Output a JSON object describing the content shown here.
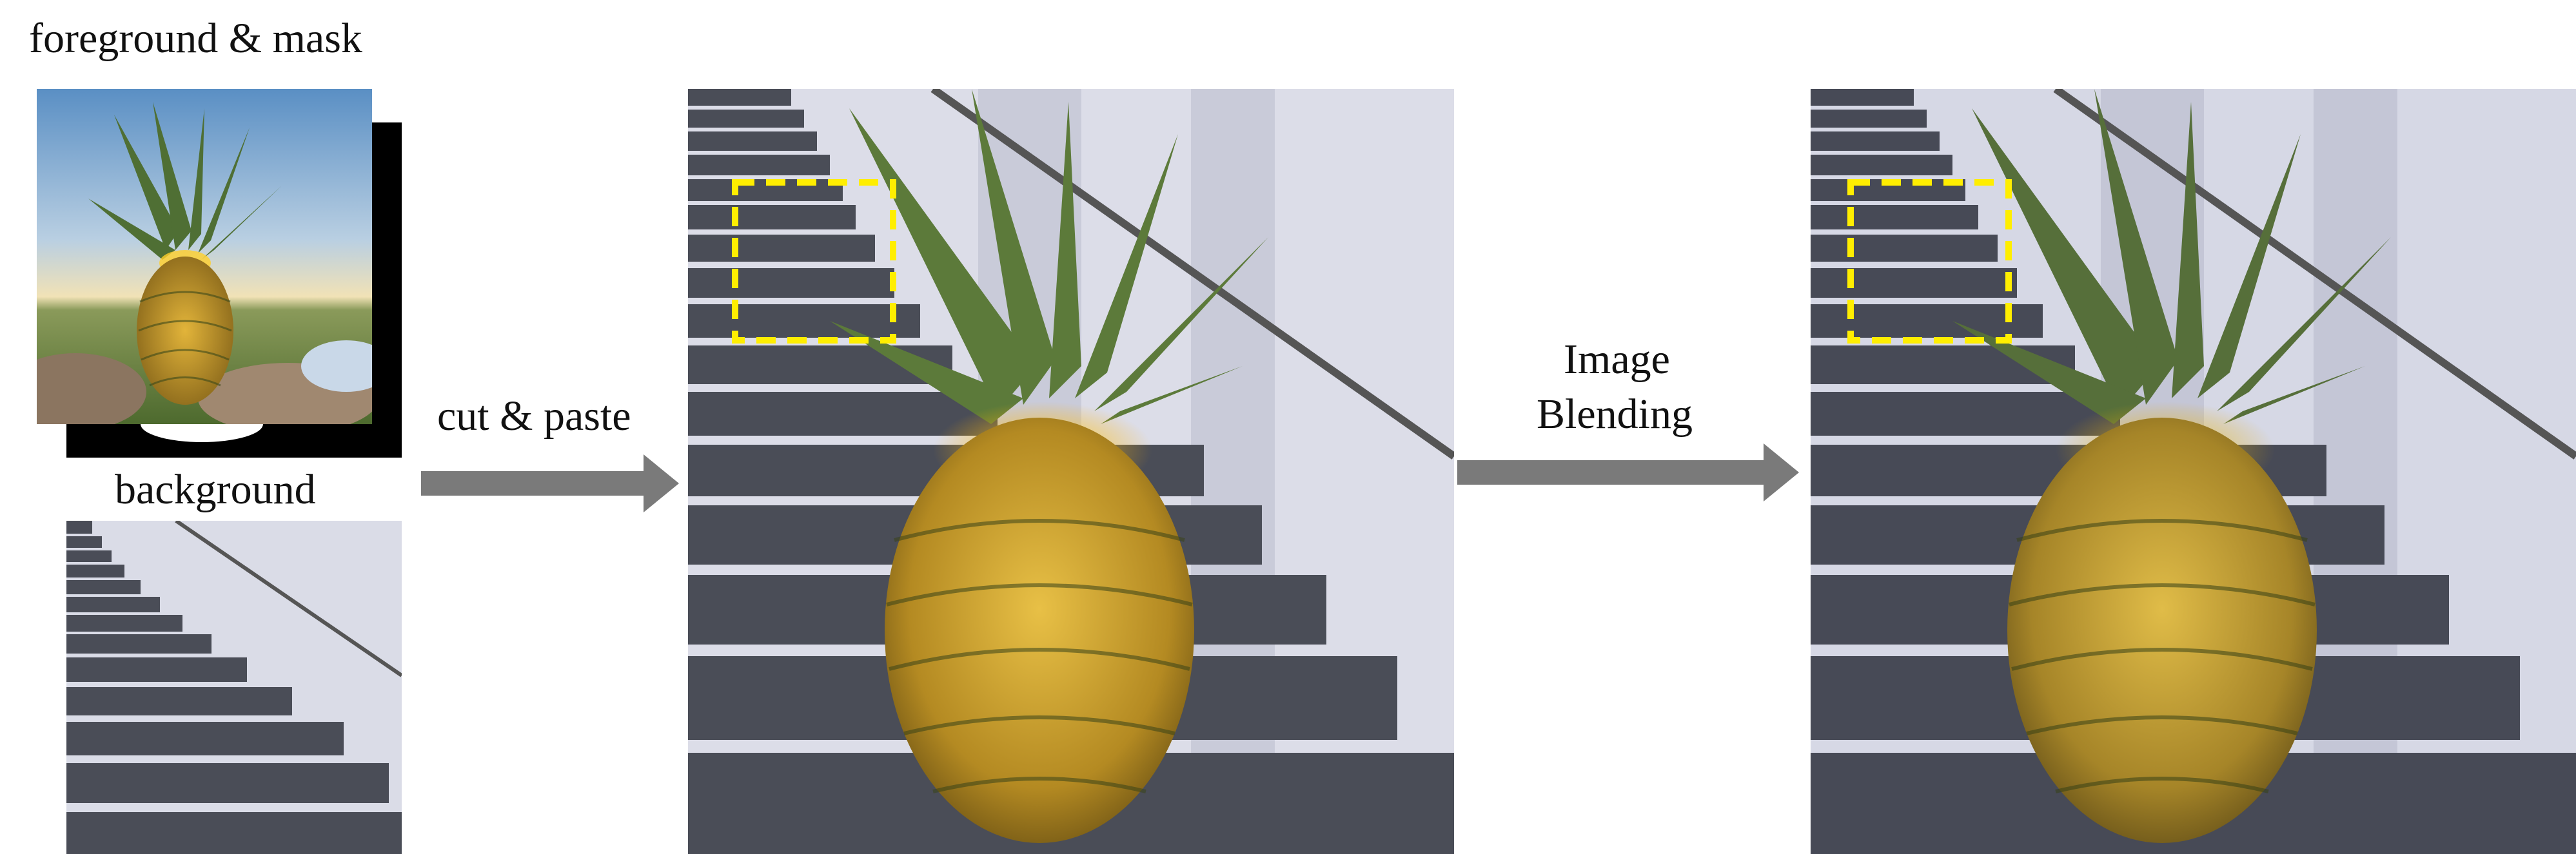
{
  "labels": {
    "foreground_mask": "foreground & mask",
    "background": "background",
    "cut_paste": "cut & paste",
    "image_line1": "Image",
    "image_line2": "Blending"
  },
  "colors": {
    "arrow": "#7a7a7a",
    "highlight_box": "#ffee00",
    "pineapple_body": "#d8a92a",
    "pineapple_leaves": "#5c7a3a",
    "stair_tread": "#4a4d57",
    "wall": "#dfe0ea"
  },
  "icons": {
    "arrow1": "right-arrow-icon",
    "arrow2": "right-arrow-icon"
  }
}
